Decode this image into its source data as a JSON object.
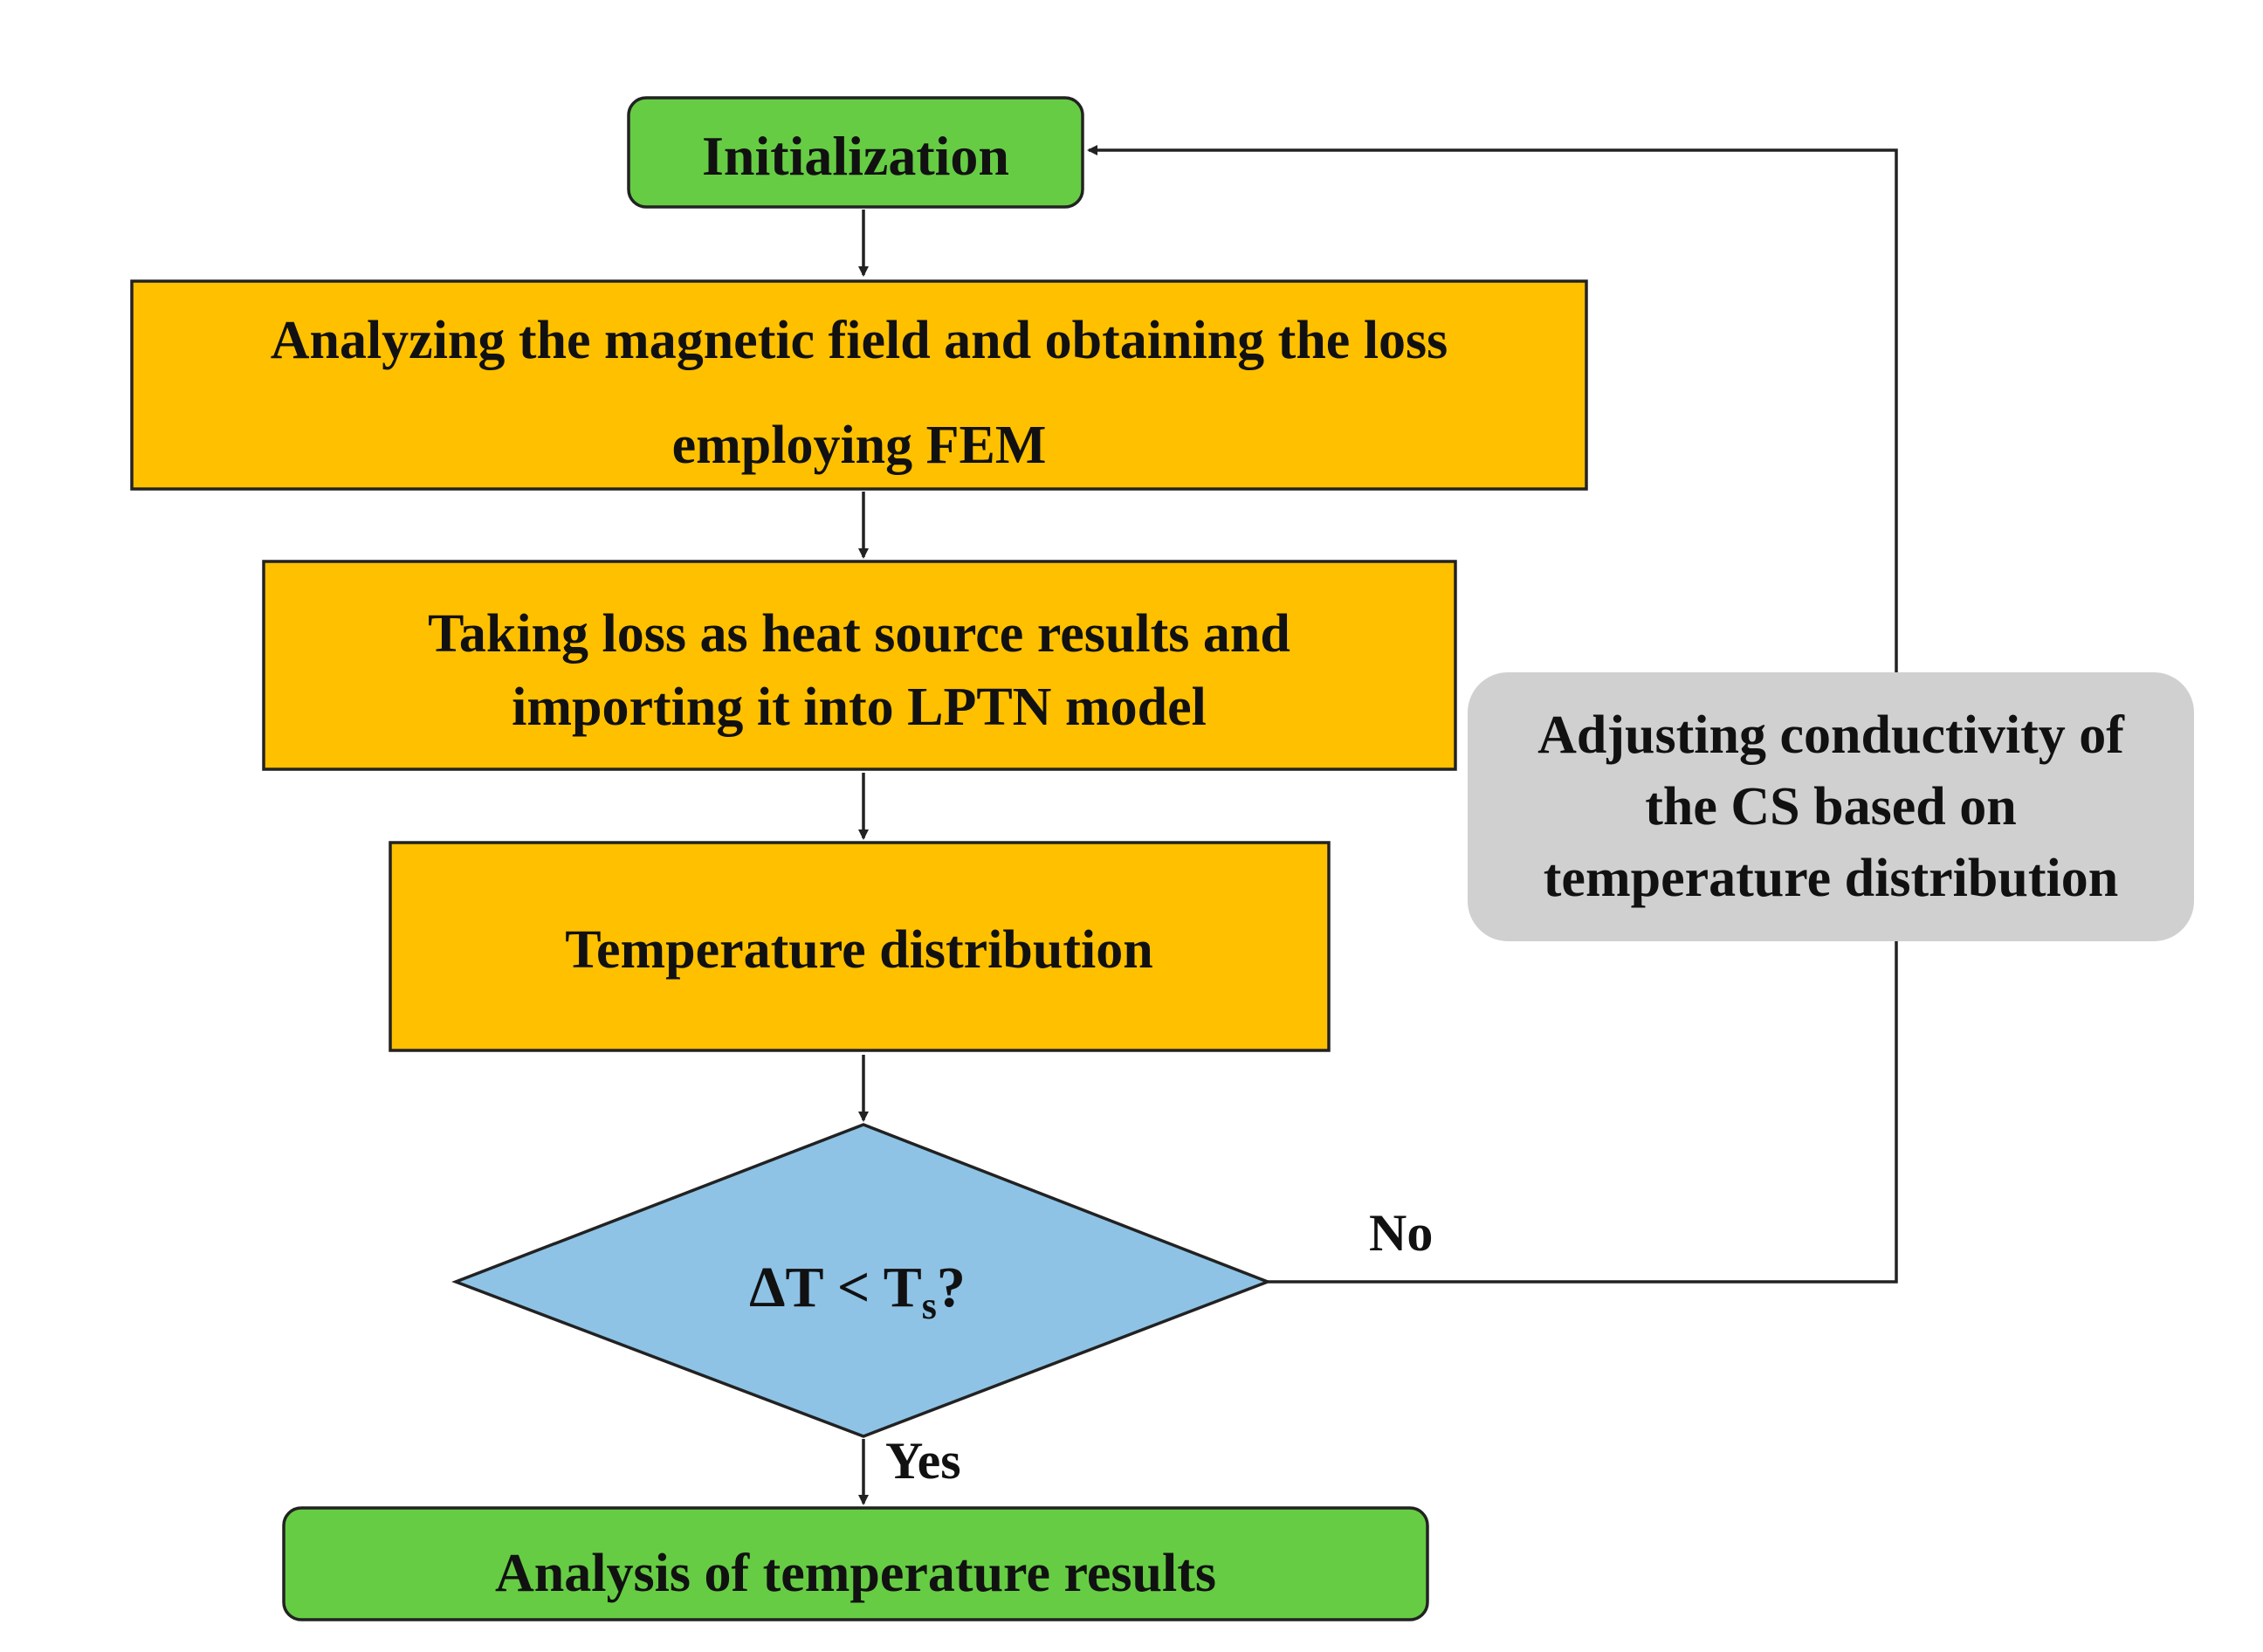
{
  "nodes": {
    "initialization": {
      "lines": [
        "Initialization"
      ],
      "fill": "#66CC44"
    },
    "fem_analysis": {
      "lines": [
        "Analyzing the magnetic field and obtaining the loss",
        "employing FEM"
      ],
      "fill": "#FFC000"
    },
    "lptn_import": {
      "lines": [
        "Taking loss as heat source results and",
        "importing it into LPTN model"
      ],
      "fill": "#FFC000"
    },
    "temperature_distribution": {
      "lines": [
        "Temperature distribution"
      ],
      "fill": "#FFC000"
    },
    "decision": {
      "prefix": "ΔT < T",
      "subscript": "s",
      "suffix": "?",
      "fill": "#8EC3E6"
    },
    "analysis_results": {
      "lines": [
        "Analysis of temperature results"
      ],
      "fill": "#66CC44"
    },
    "adjust_conductivity": {
      "lines": [
        "Adjusting conductivity of",
        "the CS based on",
        "temperature distribution"
      ],
      "fill": "#D0D0D0"
    }
  },
  "edge_labels": {
    "no": "No",
    "yes": "Yes"
  },
  "colors": {
    "stroke": "#222222",
    "text": "#111111"
  }
}
